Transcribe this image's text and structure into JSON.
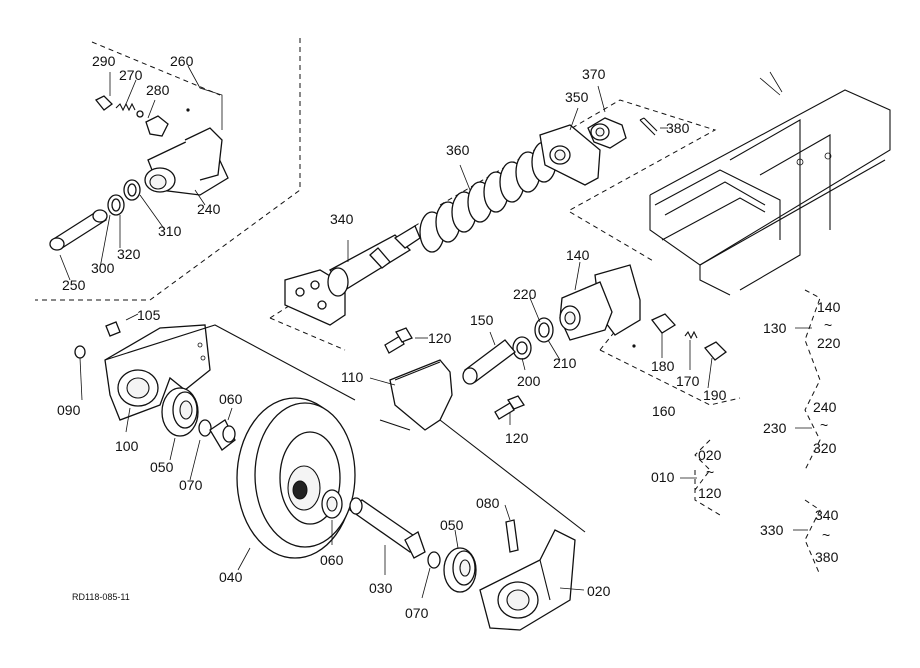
{
  "diagram_code": "RD118-085-11",
  "part_numbers": [
    "010",
    "020",
    "030",
    "040",
    "050",
    "060",
    "070",
    "080",
    "090",
    "100",
    "105",
    "110",
    "120",
    "130",
    "140",
    "150",
    "160",
    "170",
    "180",
    "190",
    "200",
    "210",
    "220",
    "230",
    "240",
    "250",
    "260",
    "270",
    "280",
    "290",
    "300",
    "310",
    "320",
    "330",
    "340",
    "350",
    "360",
    "370",
    "380"
  ],
  "group_ranges": [
    {
      "group": "010",
      "from": "020",
      "to": "120",
      "sep": "~"
    },
    {
      "group": "130",
      "from": "140",
      "to": "220",
      "sep": "~"
    },
    {
      "group": "230",
      "from": "240",
      "to": "320",
      "sep": "~"
    },
    {
      "group": "330",
      "from": "340",
      "to": "380",
      "sep": "~"
    }
  ],
  "labels": {
    "l290": "290",
    "l270": "270",
    "l260": "260",
    "l280": "280",
    "l240": "240",
    "l310": "310",
    "l320": "320",
    "l300": "300",
    "l250": "250",
    "l340": "340",
    "l360": "360",
    "l350": "350",
    "l370": "370",
    "l380": "380",
    "l140": "140",
    "l220": "220",
    "l150": "150",
    "l210": "210",
    "l200": "200",
    "l180": "180",
    "l170": "170",
    "l190": "190",
    "l160": "160",
    "l105": "105",
    "l120a": "120",
    "l120b": "120",
    "l110": "110",
    "l090": "090",
    "l100": "100",
    "l050a": "050",
    "l070a": "070",
    "l060a": "060",
    "l040": "040",
    "l060b": "060",
    "l030": "030",
    "l070b": "070",
    "l050b": "050",
    "l080": "080",
    "l020": "020"
  }
}
